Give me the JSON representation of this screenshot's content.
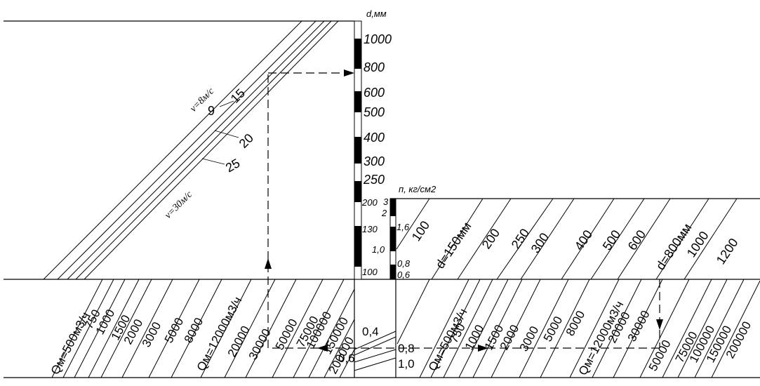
{
  "d_axis": {
    "title": "d,мм",
    "ticks": [
      "1000",
      "800",
      "600",
      "500",
      "400",
      "300",
      "250",
      "200",
      "130",
      "100"
    ]
  },
  "p_axis": {
    "title": "п, кг/см2",
    "ticks_right": [
      "1,6",
      "0,8",
      "0,6"
    ],
    "ticks_left": [
      "3",
      "2",
      "1,0"
    ]
  },
  "velocity": {
    "v_min": "v=8м/с",
    "v_max": "v=30м/с",
    "labels": [
      "9",
      "15",
      "20",
      "25"
    ]
  },
  "bottom_left_q": [
    "Qм=500м3/ч",
    "750",
    "1000",
    "1500",
    "2000",
    "3000",
    "5000",
    "8000",
    "Qм=12000м3/ч",
    "20000",
    "30000",
    "50000",
    "75000",
    "100000",
    "150000",
    "200000"
  ],
  "bottom_center": [
    "0,4",
    "0,6",
    "0,8",
    "1,0"
  ],
  "diameter_lines": [
    "100",
    "d=150мм",
    "200",
    "250",
    "300",
    "400",
    "500",
    "600",
    "d=800мм",
    "1000",
    "1200"
  ],
  "bottom_right_q": [
    "Qм=500м3/ч",
    "750",
    "1000",
    "1500",
    "2000",
    "3000",
    "5000",
    "8000",
    "Qм=12000м3/ч",
    "20000",
    "30000",
    "50000",
    "75000",
    "100000",
    "150000",
    "200000"
  ]
}
